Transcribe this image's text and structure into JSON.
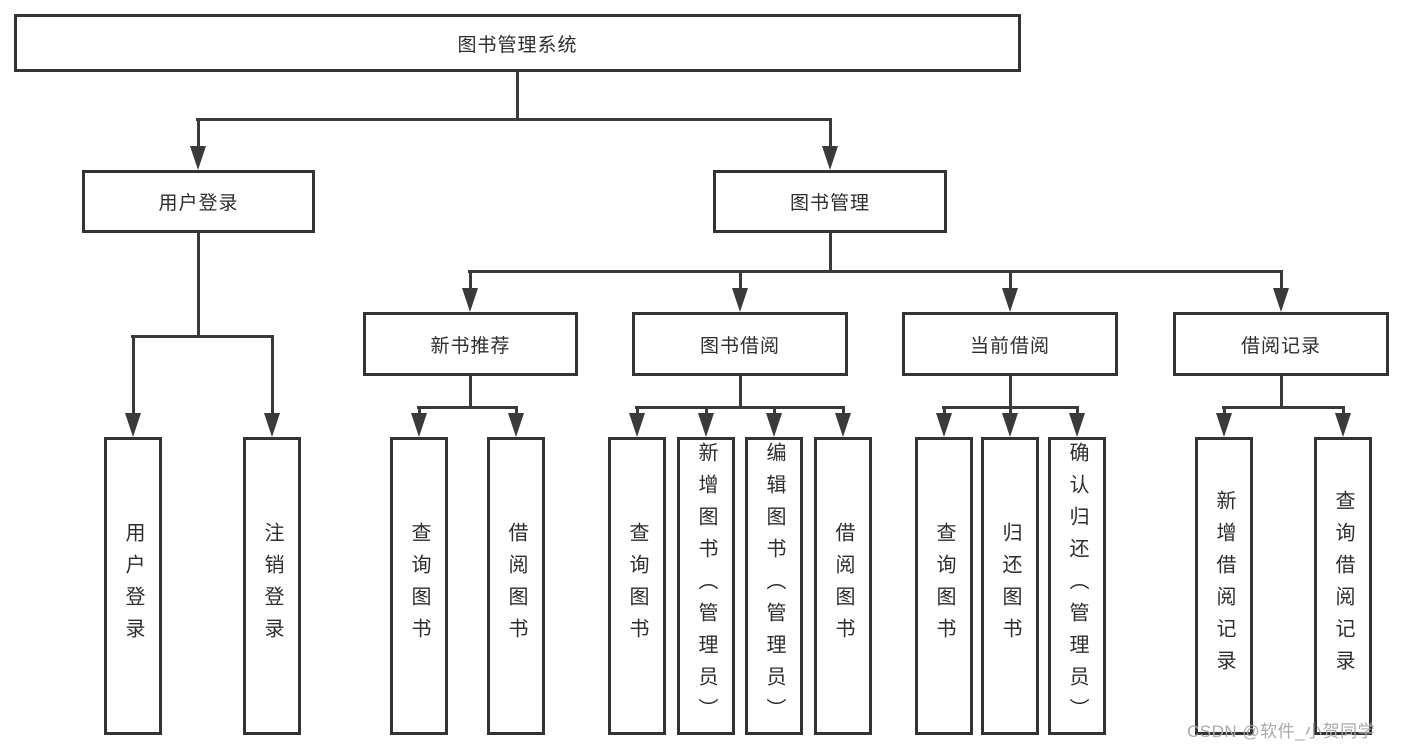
{
  "colors": {
    "background": "#ffffff",
    "box_border": "#333333",
    "line": "#3a3a3a",
    "text": "#2d2d2d",
    "watermark": "#a9a9a9"
  },
  "diagram": {
    "root": "图书管理系统",
    "level2": [
      "用户登录",
      "图书管理"
    ],
    "level3": [
      "新书推荐",
      "图书借阅",
      "当前借阅",
      "借阅记录"
    ],
    "leaves": {
      "user_login": [
        "用户登录",
        "注销登录"
      ],
      "new_book_recommend": [
        "查询图书",
        "借阅图书"
      ],
      "book_borrow": [
        "查询图书",
        "新增图书（管理员）",
        "编辑图书（管理员）",
        "借阅图书"
      ],
      "current_borrow": [
        "查询图书",
        "归还图书",
        "确认归还（管理员）"
      ],
      "borrow_records": [
        "新增借阅记录",
        "查询借阅记录"
      ]
    }
  },
  "watermark": "CSDN @软件_小贺同学"
}
